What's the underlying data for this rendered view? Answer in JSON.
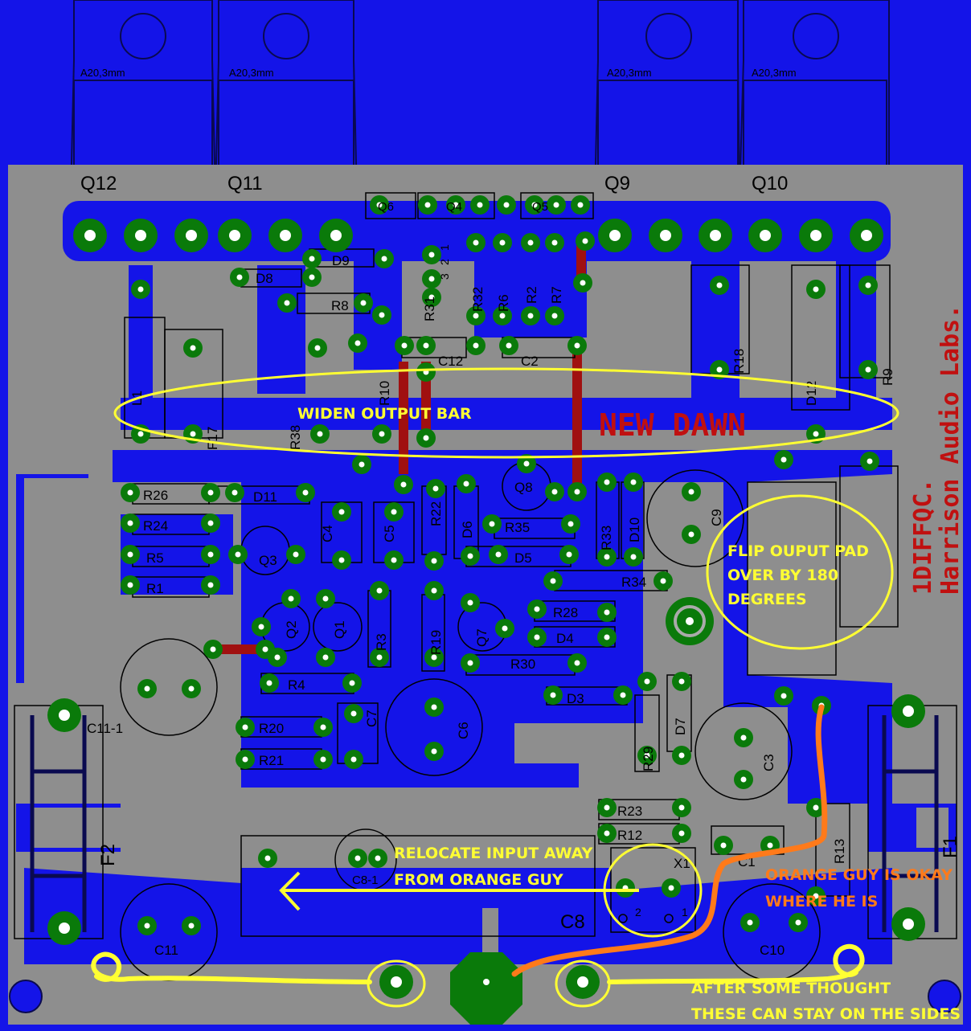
{
  "colors": {
    "board": "#8e8e8e",
    "copper": "#1010ee",
    "pad": "#0a7a0a",
    "drill": "#ffffff",
    "jumper": "#a01010",
    "silkscreen": "#000000",
    "annotation": "#ffff33",
    "orange": "#ff7a1a",
    "brand": "#c01010"
  },
  "board": {
    "heatsink_labels": [
      "A20,3mm",
      "A20,3mm",
      "A20,3mm",
      "A20,3mm"
    ],
    "project_name": "NEW DAWN",
    "vertical_brand_1": "1DIFFQC.",
    "vertical_brand_2": "Harrison Audio Labs."
  },
  "components": [
    {
      "ref": "Q12"
    },
    {
      "ref": "Q11"
    },
    {
      "ref": "Q9"
    },
    {
      "ref": "Q10"
    },
    {
      "ref": "Q6"
    },
    {
      "ref": "Q4"
    },
    {
      "ref": "Q5"
    },
    {
      "ref": "D8"
    },
    {
      "ref": "D9"
    },
    {
      "ref": "R8"
    },
    {
      "ref": "R31"
    },
    {
      "ref": "R32"
    },
    {
      "ref": "R6"
    },
    {
      "ref": "R2"
    },
    {
      "ref": "R7"
    },
    {
      "ref": "C12"
    },
    {
      "ref": "C2"
    },
    {
      "ref": "R10"
    },
    {
      "ref": "R38"
    },
    {
      "ref": "L1"
    },
    {
      "ref": "F17"
    },
    {
      "ref": "R18"
    },
    {
      "ref": "D12"
    },
    {
      "ref": "R9"
    },
    {
      "ref": "R26"
    },
    {
      "ref": "D11"
    },
    {
      "ref": "R24"
    },
    {
      "ref": "R5"
    },
    {
      "ref": "R1"
    },
    {
      "ref": "Q3"
    },
    {
      "ref": "C4"
    },
    {
      "ref": "C5"
    },
    {
      "ref": "R22"
    },
    {
      "ref": "D6"
    },
    {
      "ref": "Q8"
    },
    {
      "ref": "R35"
    },
    {
      "ref": "D5"
    },
    {
      "ref": "R33"
    },
    {
      "ref": "D10"
    },
    {
      "ref": "C9"
    },
    {
      "ref": "R34"
    },
    {
      "ref": "Q2"
    },
    {
      "ref": "Q1"
    },
    {
      "ref": "R3"
    },
    {
      "ref": "R19"
    },
    {
      "ref": "Q7"
    },
    {
      "ref": "R28"
    },
    {
      "ref": "D4"
    },
    {
      "ref": "R30"
    },
    {
      "ref": "R4"
    },
    {
      "ref": "C11-1"
    },
    {
      "ref": "R20"
    },
    {
      "ref": "R21"
    },
    {
      "ref": "C7"
    },
    {
      "ref": "C6"
    },
    {
      "ref": "D3"
    },
    {
      "ref": "D7"
    },
    {
      "ref": "R29"
    },
    {
      "ref": "C3"
    },
    {
      "ref": "R23"
    },
    {
      "ref": "R12"
    },
    {
      "ref": "X1"
    },
    {
      "ref": "C8-1"
    },
    {
      "ref": "C8"
    },
    {
      "ref": "C1"
    },
    {
      "ref": "R13"
    },
    {
      "ref": "F1"
    },
    {
      "ref": "F2"
    },
    {
      "ref": "C11"
    },
    {
      "ref": "C10"
    }
  ],
  "pin_labels": [
    "1",
    "2",
    "3",
    "1",
    "2"
  ],
  "annotations": [
    {
      "text": "WIDEN OUTPUT BAR"
    },
    {
      "text": "FLIP OUPUT PAD"
    },
    {
      "text": "OVER BY 180"
    },
    {
      "text": "DEGREES"
    },
    {
      "text": "RELOCATE INPUT AWAY"
    },
    {
      "text": "FROM ORANGE GUY"
    },
    {
      "text": "ORANGE GUY IS OKAY"
    },
    {
      "text": "WHERE HE IS"
    },
    {
      "text": "AFTER SOME THOUGHT"
    },
    {
      "text": "THESE CAN STAY ON THE SIDES"
    }
  ]
}
